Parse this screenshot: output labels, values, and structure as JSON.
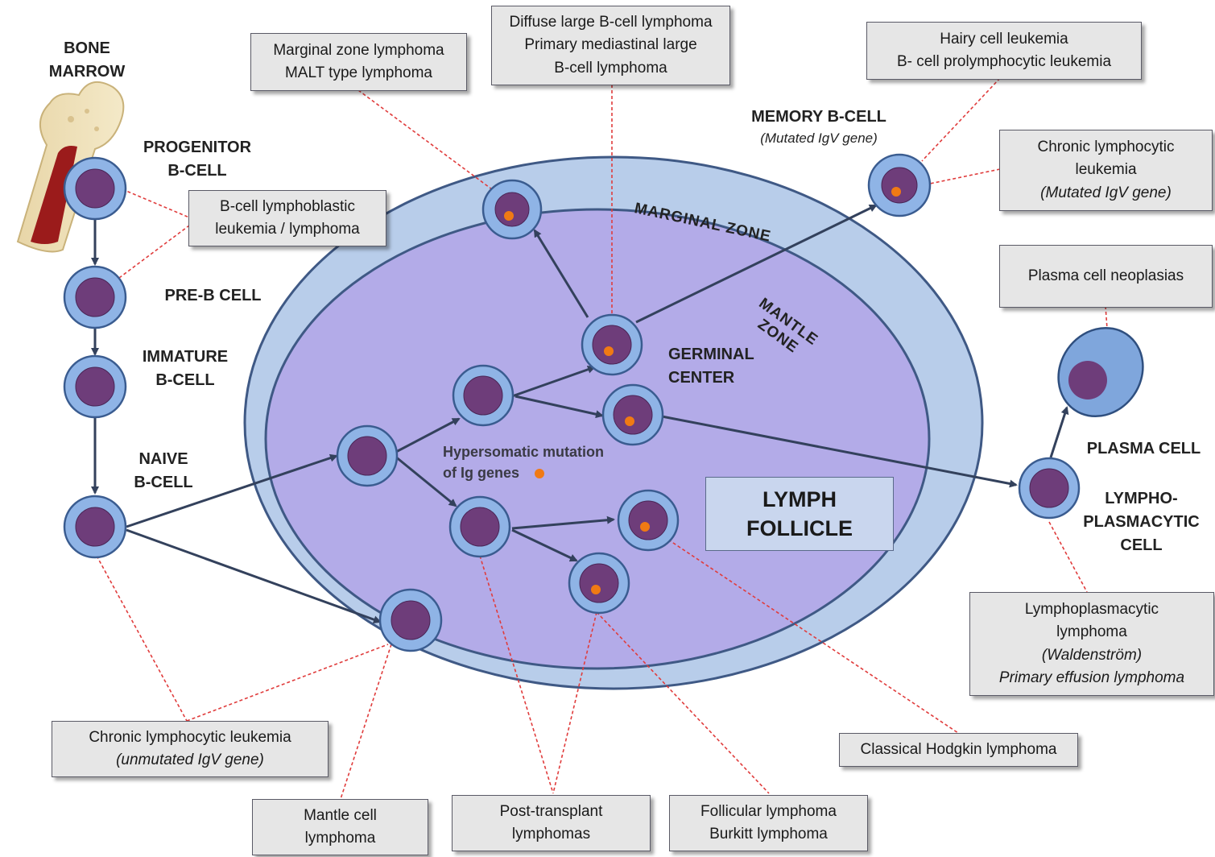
{
  "labels": {
    "bone_marrow": [
      "BONE",
      "MARROW"
    ],
    "progenitor": [
      "PROGENITOR",
      "B-CELL"
    ],
    "pre_b": "PRE-B CELL",
    "immature": [
      "IMMATURE",
      "B-CELL"
    ],
    "naive": [
      "NAIVE",
      "B-CELL"
    ],
    "memory": "MEMORY B-CELL",
    "memory_sub": "(Mutated IgV gene)",
    "marginal_zone": "MARGINAL ZONE",
    "mantle_zone": [
      "MANTLE",
      "ZONE"
    ],
    "germinal": [
      "GERMINAL",
      "CENTER"
    ],
    "hypersomatic": [
      "Hypersomatic  mutation",
      "of Ig genes"
    ],
    "lymph_follicle": [
      "LYMPH",
      "FOLLICLE"
    ],
    "plasma_cell": "PLASMA CELL",
    "lymphoplasmacytic": [
      "LYMPHO-",
      "PLASMACYTIC",
      "CELL"
    ]
  },
  "boxes": {
    "marginal": [
      "Marginal zone lymphoma",
      "MALT type lymphoma"
    ],
    "dlbcl": [
      "Diffuse  large B-cell lymphoma",
      "Primary mediastinal  large",
      "B-cell lymphoma"
    ],
    "hairy": [
      "Hairy cell leukemia",
      "B- cell prolymphocytic  leukemia"
    ],
    "cll_mutated": [
      "Chronic lymphocytic",
      "leukemia",
      "(Mutated  IgV gene)"
    ],
    "lymphoblastic": [
      "B-cell  lymphoblastic",
      "leukemia  / lymphoma"
    ],
    "plasma_neoplasias": [
      "Plasma cell neoplasias"
    ],
    "lpl": [
      "Lymphoplasmacytic",
      "lymphoma",
      "(Waldenström)",
      "Primary effusion  lymphoma"
    ],
    "cll_unmutated": [
      "Chronic  lymphocytic  leukemia",
      "(unmutated  IgV gene)"
    ],
    "hodgkin": [
      "Classical  Hodgkin  lymphoma"
    ],
    "mantle": [
      "Mantle cell",
      "lymphoma"
    ],
    "post_transplant": [
      "Post-transplant",
      "lymphomas"
    ],
    "follicular": [
      "Follicular lymphoma",
      "Burkitt  lymphoma"
    ]
  },
  "colors": {
    "outer_zone": "#b8cdea",
    "inner_zone": "#b3abe8",
    "cell_outer": "#8fb4e6",
    "nucleus": "#6e3d7a",
    "mutation_dot": "#f07a14",
    "arrow": "#33415c",
    "leader": "#e03c3c"
  }
}
